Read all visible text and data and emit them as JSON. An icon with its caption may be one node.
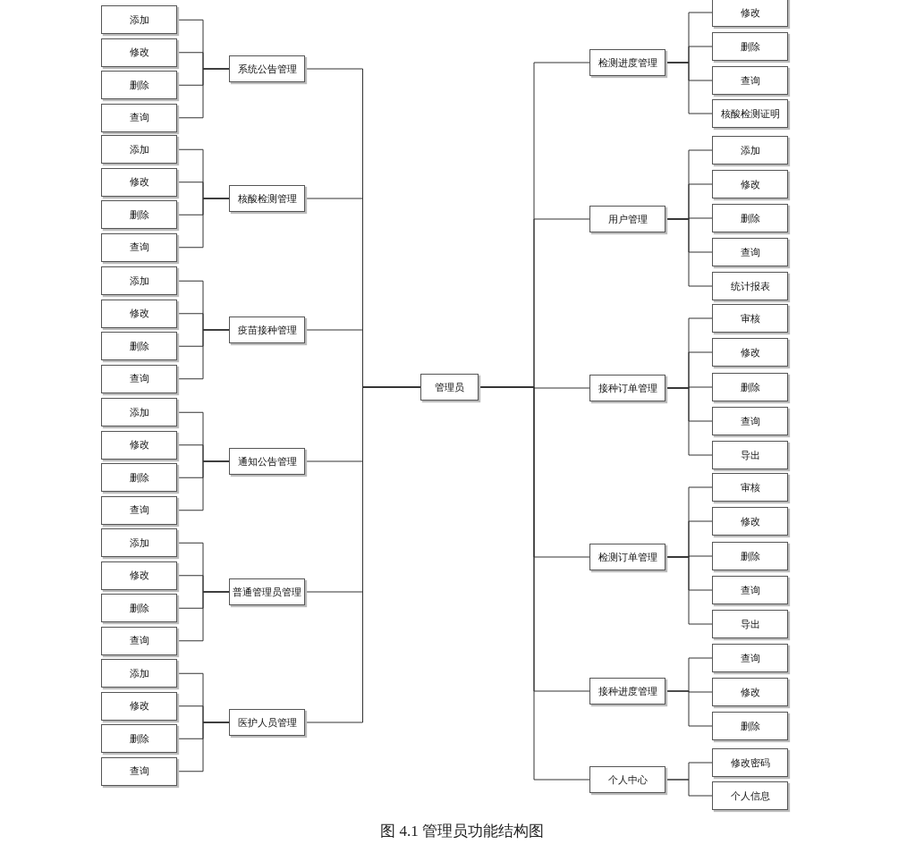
{
  "diagram": {
    "caption": "图 4.1  管理员功能结构图",
    "nodes": [
      {
        "text": [
          "管理员"
        ]
      },
      {
        "text": [
          "系统公告管理"
        ]
      },
      {
        "text": [
          "添加"
        ]
      },
      {
        "text": [
          "修改"
        ]
      },
      {
        "text": [
          "删除"
        ]
      },
      {
        "text": [
          "查询"
        ]
      },
      {
        "text": [
          "核酸检测管理"
        ]
      },
      {
        "text": [
          "添加"
        ]
      },
      {
        "text": [
          "修改"
        ]
      },
      {
        "text": [
          "删除"
        ]
      },
      {
        "text": [
          "查询"
        ]
      },
      {
        "text": [
          "疫苗接种管理"
        ]
      },
      {
        "text": [
          "添加"
        ]
      },
      {
        "text": [
          "修改"
        ]
      },
      {
        "text": [
          "删除"
        ]
      },
      {
        "text": [
          "查询"
        ]
      },
      {
        "text": [
          "通知公告管理"
        ]
      },
      {
        "text": [
          "添加"
        ]
      },
      {
        "text": [
          "修改"
        ]
      },
      {
        "text": [
          "删除"
        ]
      },
      {
        "text": [
          "查询"
        ]
      },
      {
        "text": [
          "普通管理员管理"
        ]
      },
      {
        "text": [
          "添加"
        ]
      },
      {
        "text": [
          "修改"
        ]
      },
      {
        "text": [
          "删除"
        ]
      },
      {
        "text": [
          "查询"
        ]
      },
      {
        "text": [
          "医护人员管理"
        ]
      },
      {
        "text": [
          "添加"
        ]
      },
      {
        "text": [
          "修改"
        ]
      },
      {
        "text": [
          "删除"
        ]
      },
      {
        "text": [
          "查询"
        ]
      },
      {
        "text": [
          "检测进度管理"
        ]
      },
      {
        "text": [
          "修改"
        ]
      },
      {
        "text": [
          "删除"
        ]
      },
      {
        "text": [
          "查询"
        ]
      },
      {
        "text": [
          "核酸检测证明"
        ]
      },
      {
        "text": [
          "用户管理"
        ]
      },
      {
        "text": [
          "添加"
        ]
      },
      {
        "text": [
          "修改"
        ]
      },
      {
        "text": [
          "删除"
        ]
      },
      {
        "text": [
          "查询"
        ]
      },
      {
        "text": [
          "统计报表"
        ]
      },
      {
        "text": [
          "接种订单管理"
        ]
      },
      {
        "text": [
          "审核"
        ]
      },
      {
        "text": [
          "修改"
        ]
      },
      {
        "text": [
          "删除"
        ]
      },
      {
        "text": [
          "查询"
        ]
      },
      {
        "text": [
          "导出"
        ]
      },
      {
        "text": [
          "检测订单管理"
        ]
      },
      {
        "text": [
          "审核"
        ]
      },
      {
        "text": [
          "修改"
        ]
      },
      {
        "text": [
          "删除"
        ]
      },
      {
        "text": [
          "查询"
        ]
      },
      {
        "text": [
          "导出"
        ]
      },
      {
        "text": [
          "接种进度管理"
        ]
      },
      {
        "text": [
          "查询"
        ]
      },
      {
        "text": [
          "修改"
        ]
      },
      {
        "text": [
          "删除"
        ]
      },
      {
        "text": [
          "个人中心"
        ]
      },
      {
        "text": [
          "修改密码"
        ]
      },
      {
        "text": [
          "个人信息"
        ]
      }
    ],
    "edges": [
      {
        "from": 0,
        "to": 1,
        "arrow": "none"
      },
      {
        "from": 1,
        "to": 2,
        "arrow": "none"
      },
      {
        "from": 1,
        "to": 3,
        "arrow": "none"
      },
      {
        "from": 1,
        "to": 4,
        "arrow": "none"
      },
      {
        "from": 1,
        "to": 5,
        "arrow": "none"
      },
      {
        "from": 0,
        "to": 6,
        "arrow": "none"
      },
      {
        "from": 6,
        "to": 7,
        "arrow": "none"
      },
      {
        "from": 6,
        "to": 8,
        "arrow": "none"
      },
      {
        "from": 6,
        "to": 9,
        "arrow": "none"
      },
      {
        "from": 6,
        "to": 10,
        "arrow": "none"
      },
      {
        "from": 0,
        "to": 11,
        "arrow": "none"
      },
      {
        "from": 11,
        "to": 12,
        "arrow": "none"
      },
      {
        "from": 11,
        "to": 13,
        "arrow": "none"
      },
      {
        "from": 11,
        "to": 14,
        "arrow": "none"
      },
      {
        "from": 11,
        "to": 15,
        "arrow": "none"
      },
      {
        "from": 0,
        "to": 16,
        "arrow": "none"
      },
      {
        "from": 16,
        "to": 17,
        "arrow": "none"
      },
      {
        "from": 16,
        "to": 18,
        "arrow": "none"
      },
      {
        "from": 16,
        "to": 19,
        "arrow": "none"
      },
      {
        "from": 16,
        "to": 20,
        "arrow": "none"
      },
      {
        "from": 0,
        "to": 21,
        "arrow": "none"
      },
      {
        "from": 21,
        "to": 22,
        "arrow": "none"
      },
      {
        "from": 21,
        "to": 23,
        "arrow": "none"
      },
      {
        "from": 21,
        "to": 24,
        "arrow": "none"
      },
      {
        "from": 21,
        "to": 25,
        "arrow": "none"
      },
      {
        "from": 0,
        "to": 26,
        "arrow": "none"
      },
      {
        "from": 26,
        "to": 27,
        "arrow": "none"
      },
      {
        "from": 26,
        "to": 28,
        "arrow": "none"
      },
      {
        "from": 26,
        "to": 29,
        "arrow": "none"
      },
      {
        "from": 26,
        "to": 30,
        "arrow": "none"
      },
      {
        "from": 0,
        "to": 31,
        "arrow": "none"
      },
      {
        "from": 31,
        "to": 32,
        "arrow": "none"
      },
      {
        "from": 31,
        "to": 33,
        "arrow": "none"
      },
      {
        "from": 31,
        "to": 34,
        "arrow": "none"
      },
      {
        "from": 31,
        "to": 35,
        "arrow": "none"
      },
      {
        "from": 0,
        "to": 36,
        "arrow": "none"
      },
      {
        "from": 36,
        "to": 37,
        "arrow": "none"
      },
      {
        "from": 36,
        "to": 38,
        "arrow": "none"
      },
      {
        "from": 36,
        "to": 39,
        "arrow": "none"
      },
      {
        "from": 36,
        "to": 40,
        "arrow": "none"
      },
      {
        "from": 36,
        "to": 41,
        "arrow": "none"
      },
      {
        "from": 0,
        "to": 42,
        "arrow": "none"
      },
      {
        "from": 42,
        "to": 43,
        "arrow": "none"
      },
      {
        "from": 42,
        "to": 44,
        "arrow": "none"
      },
      {
        "from": 42,
        "to": 45,
        "arrow": "none"
      },
      {
        "from": 42,
        "to": 46,
        "arrow": "none"
      },
      {
        "from": 42,
        "to": 47,
        "arrow": "none"
      },
      {
        "from": 0,
        "to": 48,
        "arrow": "none"
      },
      {
        "from": 48,
        "to": 49,
        "arrow": "none"
      },
      {
        "from": 48,
        "to": 50,
        "arrow": "none"
      },
      {
        "from": 48,
        "to": 51,
        "arrow": "none"
      },
      {
        "from": 48,
        "to": 52,
        "arrow": "none"
      },
      {
        "from": 48,
        "to": 53,
        "arrow": "none"
      },
      {
        "from": 0,
        "to": 54,
        "arrow": "none"
      },
      {
        "from": 54,
        "to": 55,
        "arrow": "none"
      },
      {
        "from": 54,
        "to": 56,
        "arrow": "none"
      },
      {
        "from": 54,
        "to": 57,
        "arrow": "none"
      },
      {
        "from": 0,
        "to": 58,
        "arrow": "none"
      },
      {
        "from": 58,
        "to": 59,
        "arrow": "none"
      },
      {
        "from": 58,
        "to": 60,
        "arrow": "none"
      }
    ]
  }
}
